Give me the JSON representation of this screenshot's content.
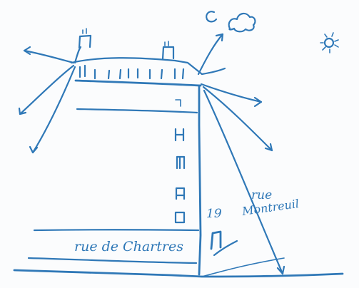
{
  "sketch": {
    "ink_color": "#2f78b7",
    "background": "#fbfcfd",
    "labels": {
      "street_left": "rue de Chartres",
      "address_number": "19",
      "street_right_line1": "rue",
      "street_right_line2": "Montreuil"
    }
  }
}
